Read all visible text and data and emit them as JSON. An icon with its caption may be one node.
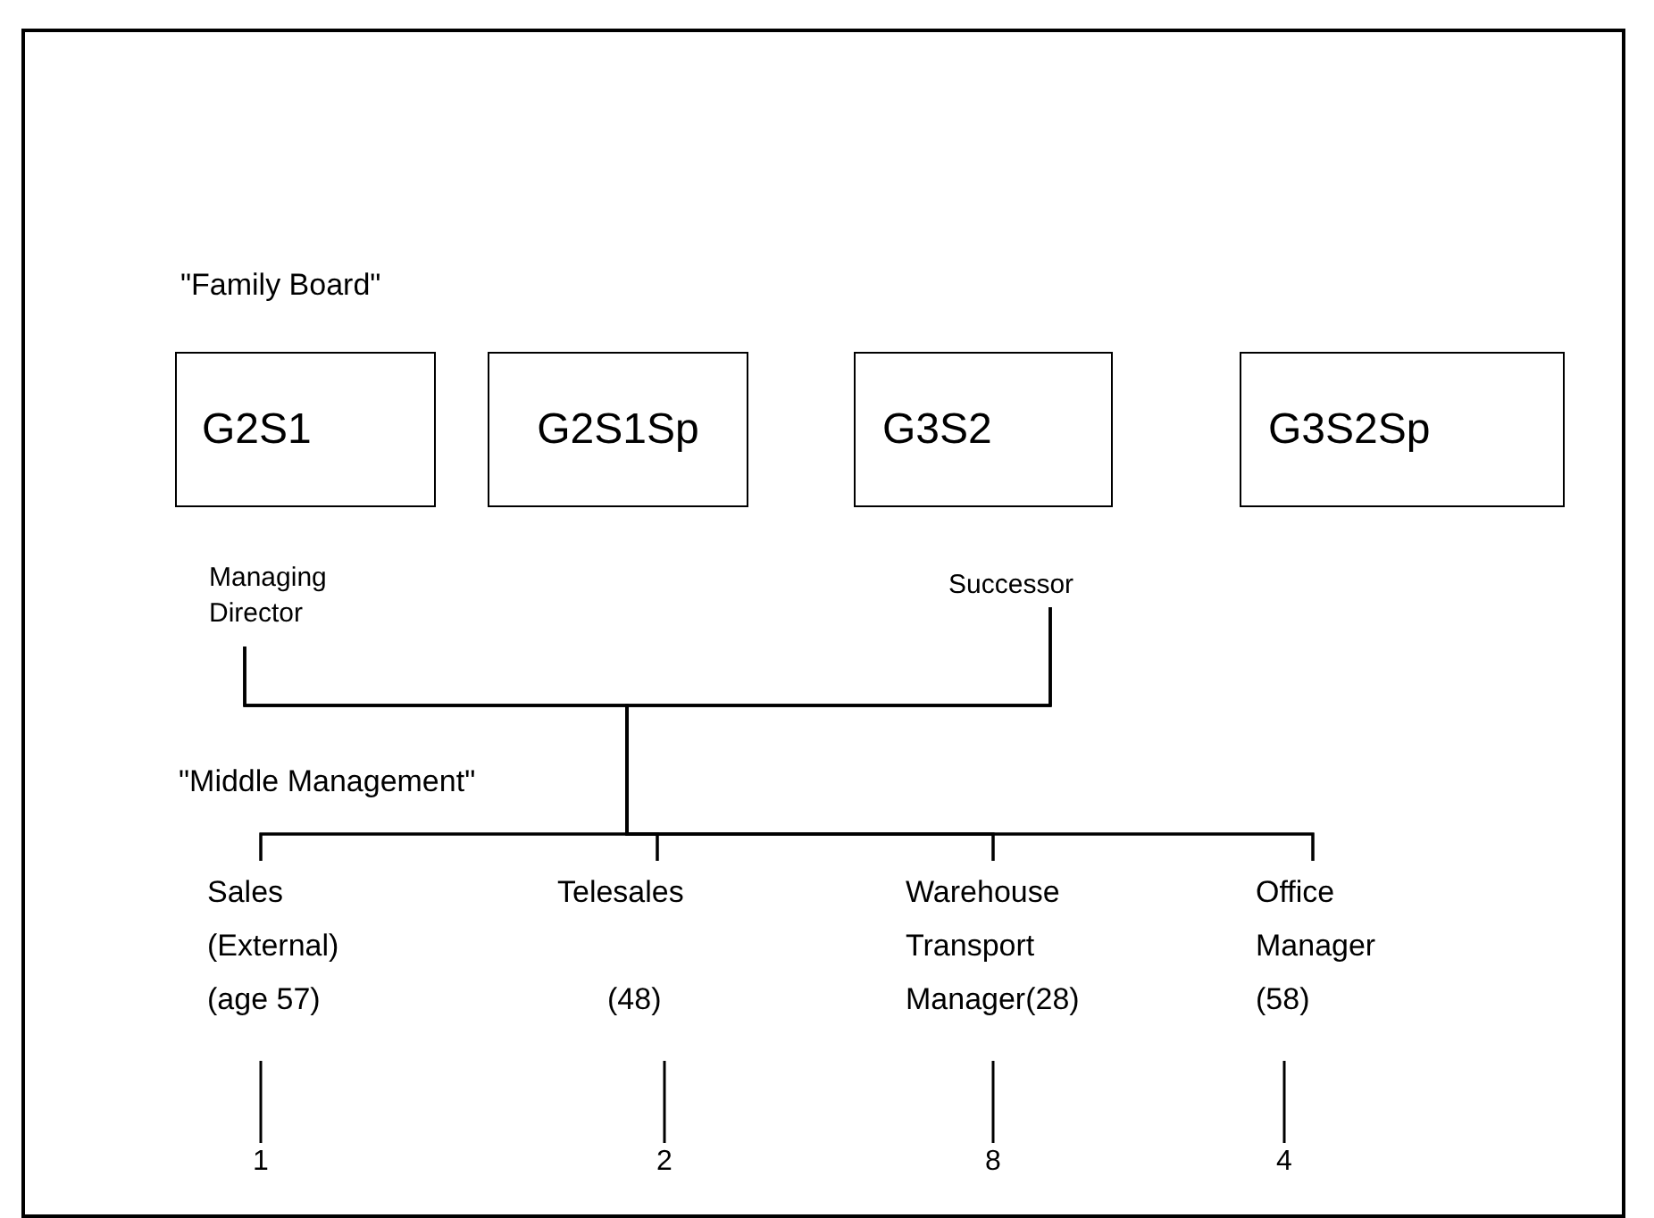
{
  "diagram": {
    "nodes": [
      {
        "text": [
          "G2S1"
        ],
        "beside": [
          "Managing Director"
        ]
      },
      {
        "text": [
          "G2S1Sp"
        ]
      },
      {
        "text": [
          "G3S2"
        ],
        "beside": [
          "Successor"
        ]
      },
      {
        "text": [
          "G3S2Sp"
        ]
      },
      {
        "text": [
          "Sales (External) (age 57)"
        ]
      },
      {
        "text": [
          "Telesales",
          "(48)"
        ]
      },
      {
        "text": [
          "Warehouse Transport Manager(28)"
        ]
      },
      {
        "text": [
          "Office Manager (58)"
        ]
      },
      {
        "text": [
          "1"
        ]
      },
      {
        "text": [
          "2"
        ]
      },
      {
        "text": [
          "8"
        ]
      },
      {
        "text": [
          "4"
        ]
      }
    ],
    "edges": [
      {
        "from": 0,
        "to": 4,
        "arrow": "none"
      },
      {
        "from": 0,
        "to": 5,
        "arrow": "none"
      },
      {
        "from": 0,
        "to": 6,
        "arrow": "none"
      },
      {
        "from": 0,
        "to": 7,
        "arrow": "none"
      },
      {
        "from": 2,
        "to": 4,
        "arrow": "none"
      },
      {
        "from": 2,
        "to": 5,
        "arrow": "none"
      },
      {
        "from": 2,
        "to": 6,
        "arrow": "none"
      },
      {
        "from": 2,
        "to": 7,
        "arrow": "none"
      },
      {
        "from": 4,
        "to": 8,
        "arrow": "none"
      },
      {
        "from": 5,
        "to": 9,
        "arrow": "none"
      },
      {
        "from": 6,
        "to": 10,
        "arrow": "none"
      },
      {
        "from": 7,
        "to": 11,
        "arrow": "none"
      }
    ],
    "labels": [
      "\"Family Board\"",
      "\"Middle Management\""
    ]
  }
}
